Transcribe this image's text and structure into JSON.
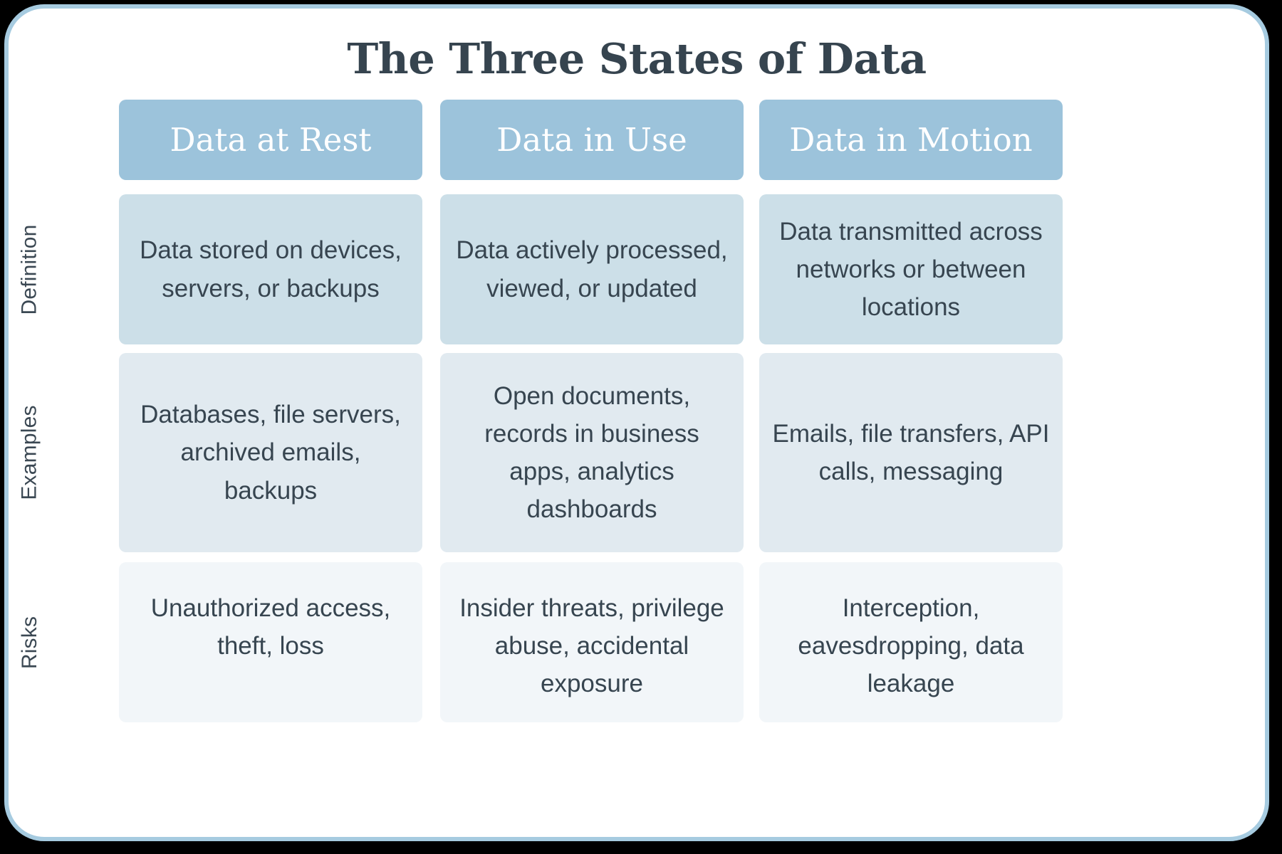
{
  "title": "The Three States of Data",
  "colors": {
    "outer_background": "#000000",
    "card_background": "#FFFFFF",
    "card_border": "#A6CBE0",
    "header_cell": "#9CC3DB",
    "header_text": "#FFFFFF",
    "definition_row_cell": "#CCDFE8",
    "examples_row_cell": "#E1EAF0",
    "risks_row_cell": "#F2F6F9",
    "body_text": "#374550",
    "title_text": "#36444F",
    "row_label_text": "#3B4853"
  },
  "table": {
    "row_labels": [
      "Definition",
      "Examples",
      "Risks"
    ],
    "columns": [
      {
        "header": "Data at Rest",
        "definition": "Data stored on devices, servers, or backups",
        "examples": "Databases, file servers, archived emails, backups",
        "risks": "Unauthorized access, theft, loss"
      },
      {
        "header": "Data in Use",
        "definition": "Data actively processed, viewed, or updated",
        "examples": "Open documents, records in business apps, analytics dashboards",
        "risks": "Insider threats, privilege abuse, accidental exposure"
      },
      {
        "header": "Data in Motion",
        "definition": "Data transmitted across networks or between locations",
        "examples": "Emails, file transfers, API calls, messaging",
        "risks": "Interception, eavesdropping, data leakage"
      }
    ]
  }
}
